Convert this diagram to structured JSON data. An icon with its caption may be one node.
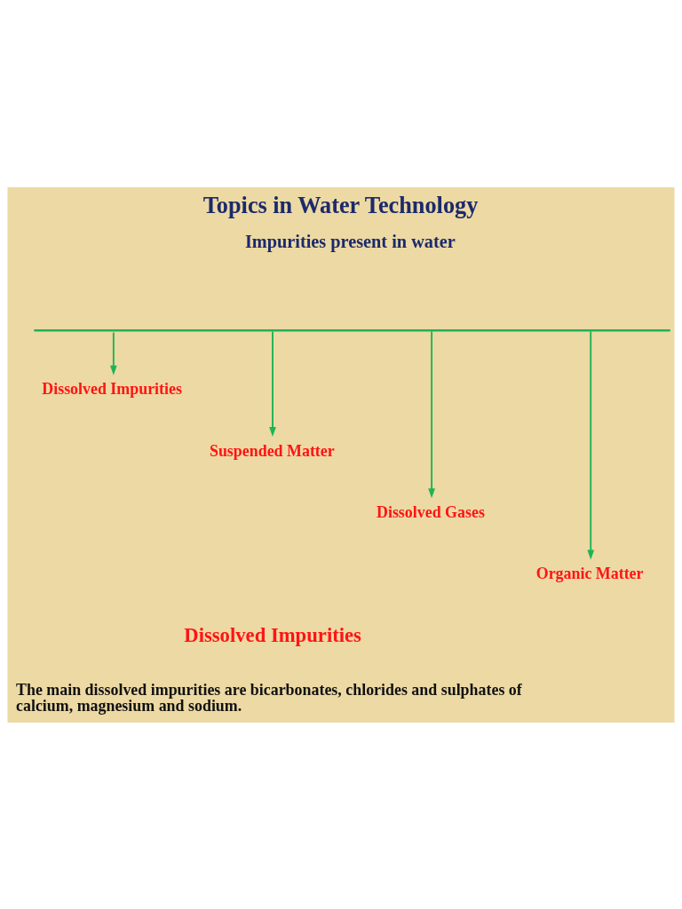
{
  "diagram": {
    "title": "Topics in Water Technology",
    "nodes": [
      {
        "text": [],
        "shape": "bar"
      },
      {
        "text": [
          "Dissolved Impurities"
        ]
      },
      {
        "text": [
          "Suspended Matter"
        ]
      },
      {
        "text": [
          "Dissolved Gases"
        ]
      },
      {
        "text": [
          "Organic Matter"
        ]
      }
    ],
    "edges": [
      {
        "from": 0,
        "to": 1,
        "arrow": "to"
      },
      {
        "from": 0,
        "to": 2,
        "arrow": "to"
      },
      {
        "from": 0,
        "to": 3,
        "arrow": "to"
      },
      {
        "from": 0,
        "to": 4,
        "arrow": "to"
      }
    ],
    "labels": [
      "Impurities present in water",
      "Dissolved Impurities",
      "The main dissolved impurities are bicarbonates, chlorides and sulphates of calcium, magnesium and sodium."
    ]
  }
}
